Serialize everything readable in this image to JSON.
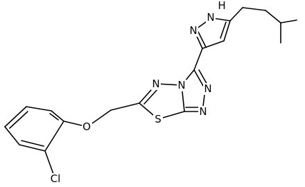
{
  "structure": {
    "atoms": {
      "nh": "N",
      "nh_h": "H",
      "pyrazole_n": "N",
      "triazole_n1": "N",
      "triazole_n2": "N",
      "triazole_n3": "N",
      "thiadiazole_n": "N",
      "sulfur": "S",
      "oxygen": "O",
      "chlorine": "Cl"
    },
    "colors": {
      "bond": "#000000",
      "label": "#000000",
      "background": "#ffffff"
    }
  }
}
